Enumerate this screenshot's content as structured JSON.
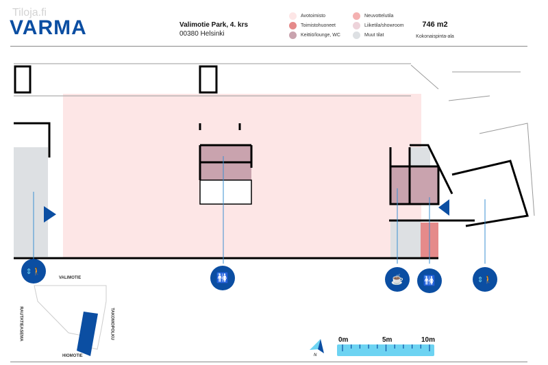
{
  "watermark": "Tiloja.fi",
  "logo": "VARMA",
  "address": {
    "line1": "Valimotie Park, 4. krs",
    "line2": "00380 Helsinki"
  },
  "legend": [
    {
      "label": "Avotoimisto",
      "color": "#fde6e6"
    },
    {
      "label": "Toimistohuoneet",
      "color": "#e58a8a"
    },
    {
      "label": "Keittiö/lounge, WC",
      "color": "#c9a3ae"
    },
    {
      "label": "Neuvottelutila",
      "color": "#f4b1b1"
    },
    {
      "label": "Liiketila/showroom",
      "color": "#edd3da"
    },
    {
      "label": "Muut tilat",
      "color": "#dde0e3"
    }
  ],
  "area": {
    "value": "746 m2",
    "label": "Kokonaispinta-ala"
  },
  "pins": [
    {
      "icon": "elevator-icon",
      "glyph": "⇕🚶"
    },
    {
      "icon": "restroom-icon",
      "glyph": "🚻"
    },
    {
      "icon": "coffee-icon",
      "glyph": "☕"
    },
    {
      "icon": "restroom-icon",
      "glyph": "🚻"
    },
    {
      "icon": "elevator-icon",
      "glyph": "⇕🚶"
    }
  ],
  "streets": {
    "north": "VALIMOTIE",
    "west": "RAUTATIEASEMA",
    "east": "TAKOMOPOLKU",
    "south": "HIOMOTIE"
  },
  "compass": "N",
  "scale": {
    "labels": [
      "0m",
      "5m",
      "10m"
    ]
  },
  "colors": {
    "brand": "#0b4ea2",
    "accent": "#6dd3f2"
  }
}
